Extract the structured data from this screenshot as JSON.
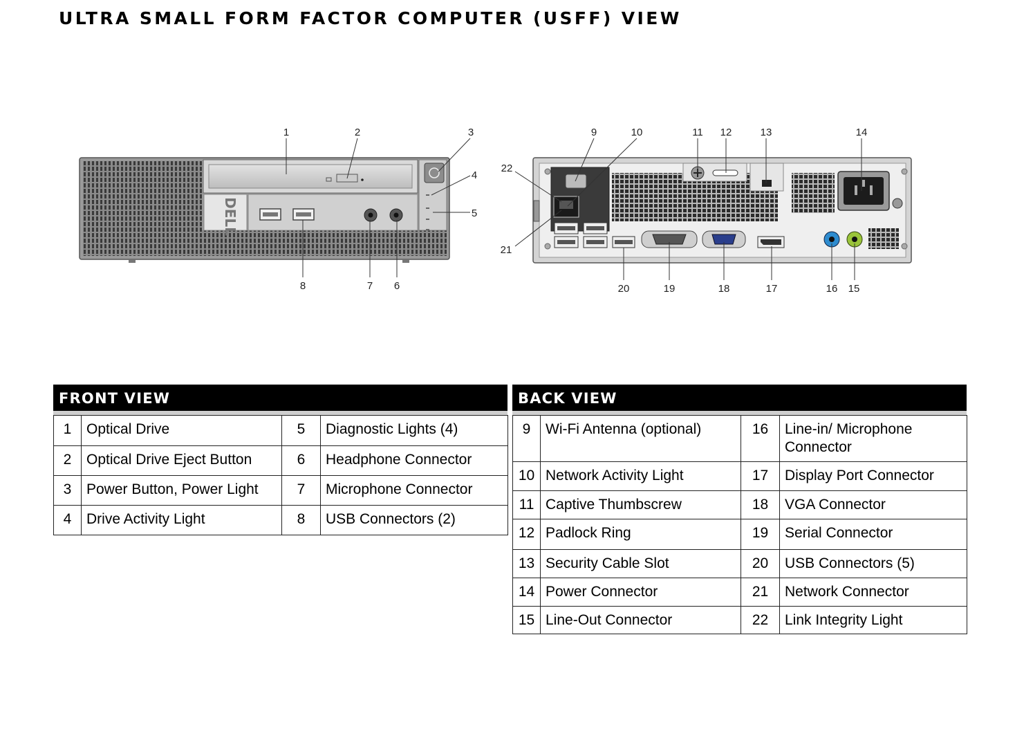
{
  "title": "ULTRA SMALL FORM FACTOR COMPUTER (USFF) VIEW",
  "diagram": {
    "front_callouts": [
      "1",
      "2",
      "3",
      "4",
      "5",
      "6",
      "7",
      "8"
    ],
    "back_callouts": [
      "9",
      "10",
      "11",
      "12",
      "13",
      "14",
      "15",
      "16",
      "17",
      "18",
      "19",
      "20",
      "21",
      "22"
    ],
    "brand": "DELL"
  },
  "front_view": {
    "heading": "FRONT VIEW",
    "rows": [
      {
        "n1": "1",
        "l1": "Optical Drive",
        "n2": "5",
        "l2": "Diagnostic Lights (4)"
      },
      {
        "n1": "2",
        "l1": "Optical Drive Eject Button",
        "n2": "6",
        "l2": "Headphone Connector"
      },
      {
        "n1": "3",
        "l1": "Power Button, Power Light",
        "n2": "7",
        "l2": "Microphone Connector"
      },
      {
        "n1": "4",
        "l1": "Drive Activity Light",
        "n2": "8",
        "l2": "USB Connectors (2)"
      }
    ]
  },
  "back_view": {
    "heading": "BACK VIEW",
    "rows": [
      {
        "n1": "9",
        "l1": "Wi-Fi Antenna (optional)",
        "n2": "16",
        "l2": "Line-in/ Microphone Connector"
      },
      {
        "n1": "10",
        "l1": "Network Activity Light",
        "n2": "17",
        "l2": "Display Port Connector"
      },
      {
        "n1": "11",
        "l1": "Captive Thumbscrew",
        "n2": "18",
        "l2": "VGA Connector"
      },
      {
        "n1": "12",
        "l1": "Padlock Ring",
        "n2": "19",
        "l2": "Serial Connector"
      },
      {
        "n1": "13",
        "l1": "Security Cable Slot",
        "n2": "20",
        "l2": "USB Connectors (5)"
      },
      {
        "n1": "14",
        "l1": "Power Connector",
        "n2": "21",
        "l2": "Network Connector"
      },
      {
        "n1": "15",
        "l1": "Line-Out Connector",
        "n2": "22",
        "l2": "Link Integrity Light"
      }
    ]
  }
}
